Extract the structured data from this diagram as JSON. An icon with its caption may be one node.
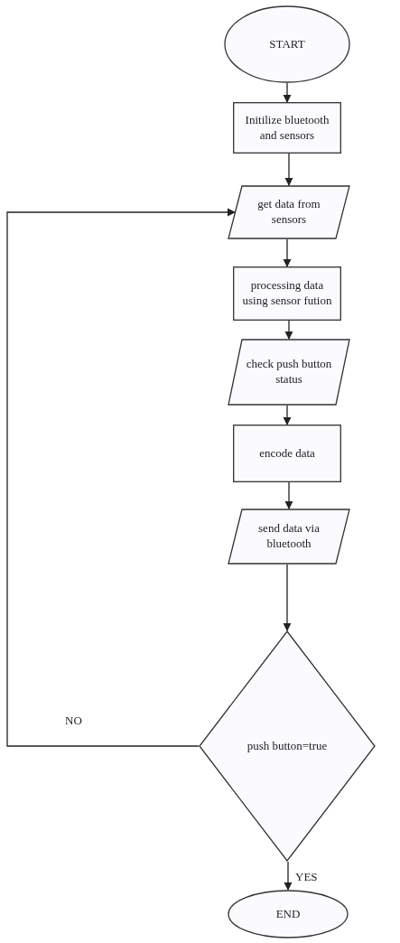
{
  "diagram": {
    "nodes": [
      {
        "text": [
          "START"
        ]
      },
      {
        "text": [
          "Initilize bluetooth and sensors"
        ]
      },
      {
        "text": [
          "get data from sensors"
        ]
      },
      {
        "text": [
          "processing data using sensor fution"
        ]
      },
      {
        "text": [
          "check push button status"
        ]
      },
      {
        "text": [
          "encode data"
        ]
      },
      {
        "text": [
          "send data via bluetooth"
        ]
      },
      {
        "text": [
          "push button=true"
        ]
      },
      {
        "text": [
          "END"
        ]
      }
    ],
    "edges": [
      {
        "from": 0,
        "to": 1,
        "arrow": "to"
      },
      {
        "from": 1,
        "to": 2,
        "arrow": "to"
      },
      {
        "from": 2,
        "to": 3,
        "arrow": "to"
      },
      {
        "from": 3,
        "to": 4,
        "arrow": "to"
      },
      {
        "from": 4,
        "to": 5,
        "arrow": "to"
      },
      {
        "from": 5,
        "to": 6,
        "arrow": "to"
      },
      {
        "from": 6,
        "to": 7,
        "arrow": "to"
      },
      {
        "from": 7,
        "to": 2,
        "arrow": "to",
        "label": "NO"
      },
      {
        "from": 7,
        "to": 8,
        "arrow": "to",
        "label": "YES"
      }
    ]
  }
}
